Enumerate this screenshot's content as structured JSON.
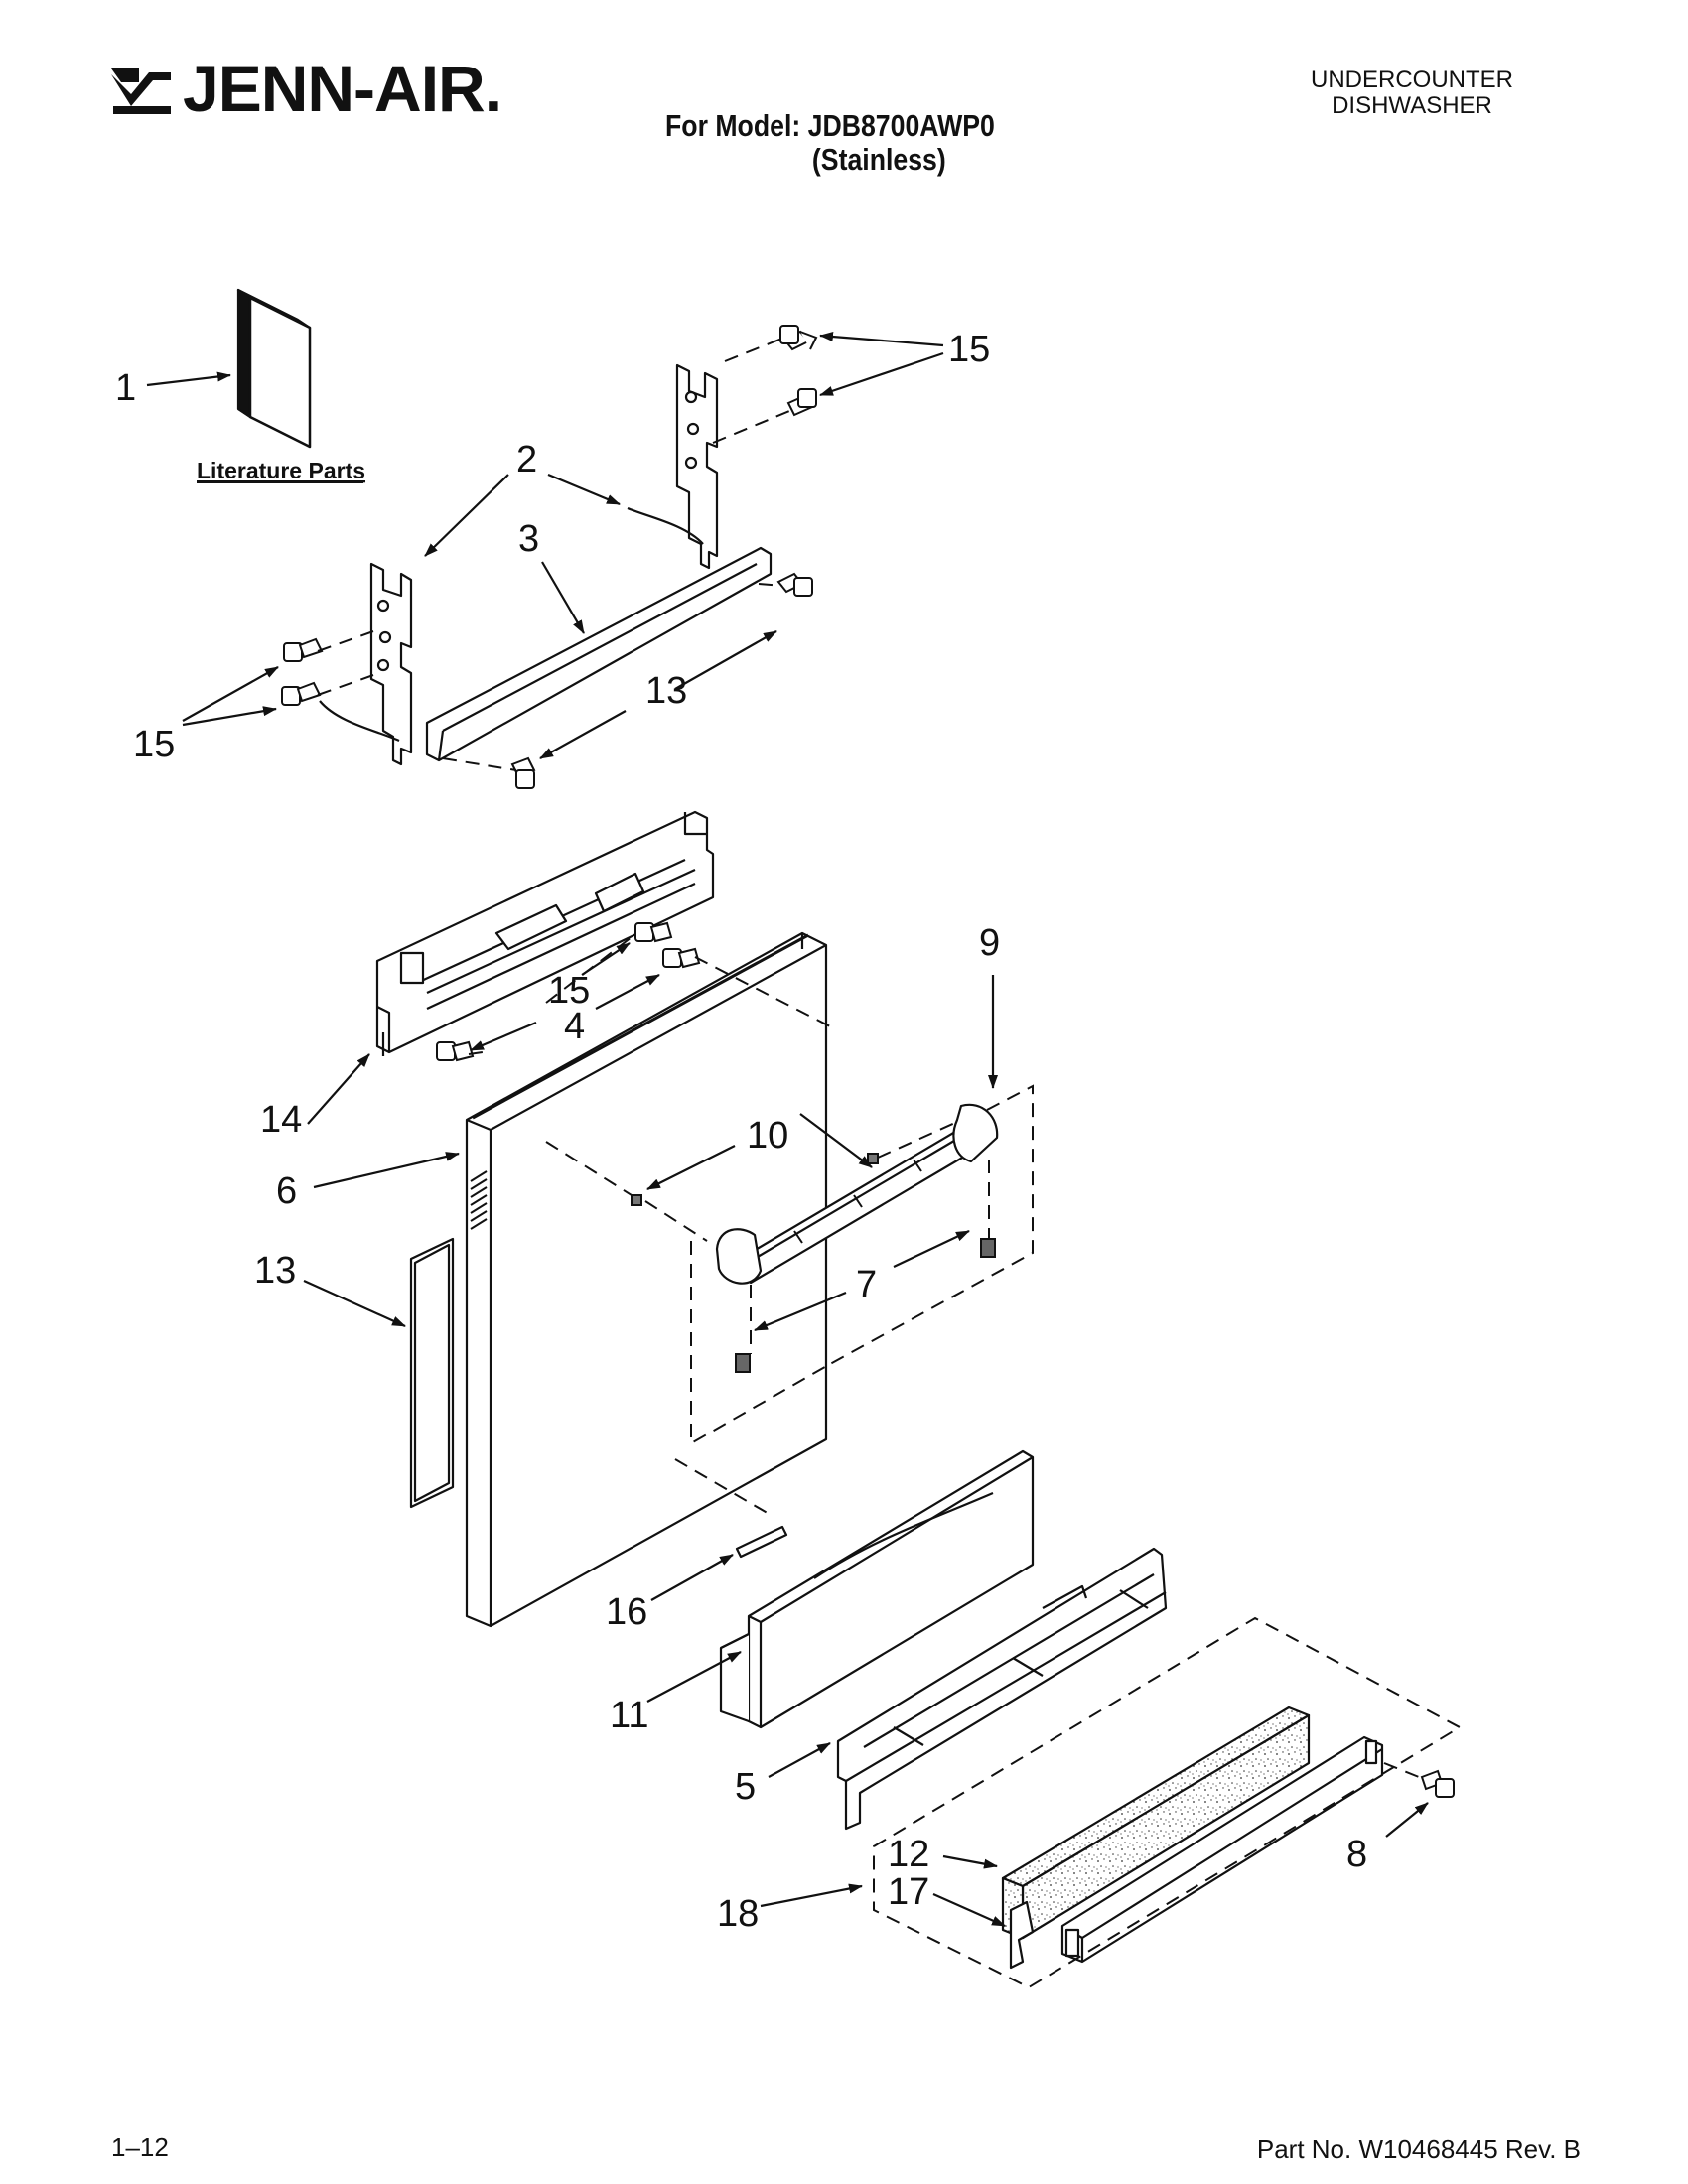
{
  "header": {
    "brand": "JENN-AIR.",
    "category_line1": "UNDERCOUNTER",
    "category_line2": "DISHWASHER",
    "model_line": "For Model: JDB8700AWP0",
    "finish_line": "(Stainless)"
  },
  "diagram": {
    "literature_label": "Literature Parts",
    "callouts": {
      "c1": "1",
      "c2": "2",
      "c3": "3",
      "c4": "4",
      "c5": "5",
      "c6": "6",
      "c7": "7",
      "c8": "8",
      "c9": "9",
      "c10": "10",
      "c11": "11",
      "c12": "12",
      "c13a": "13",
      "c13b": "13",
      "c14": "14",
      "c15a": "15",
      "c15b": "15",
      "c15c": "15",
      "c16": "16",
      "c17": "17",
      "c18": "18"
    }
  },
  "footer": {
    "page": "1–12",
    "part_no": "Part No. W10468445 Rev. B"
  }
}
